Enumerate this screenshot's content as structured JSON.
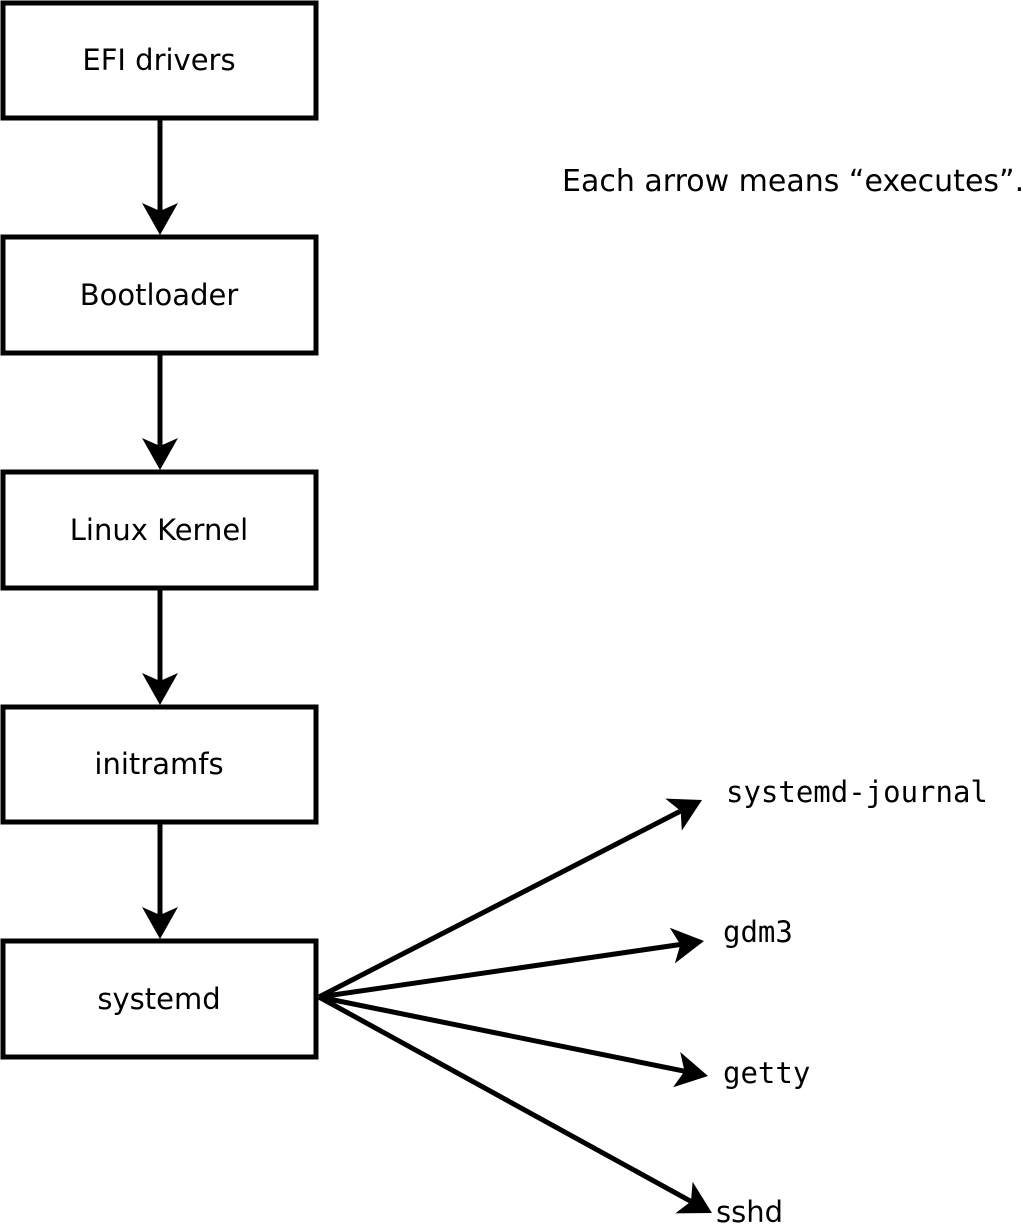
{
  "caption": {
    "text": "Each arrow means “executes”."
  },
  "flow": {
    "nodes": [
      {
        "id": "efi-drivers",
        "label": "EFI drivers"
      },
      {
        "id": "bootloader",
        "label": "Bootloader"
      },
      {
        "id": "linux-kernel",
        "label": "Linux Kernel"
      },
      {
        "id": "initramfs",
        "label": "initramfs"
      },
      {
        "id": "systemd",
        "label": "systemd"
      }
    ],
    "spawned": [
      {
        "id": "systemd-journal",
        "label": "systemd-journal"
      },
      {
        "id": "gdm3",
        "label": "gdm3"
      },
      {
        "id": "getty",
        "label": "getty"
      },
      {
        "id": "sshd",
        "label": "sshd"
      }
    ],
    "edges": [
      {
        "from": "EFI drivers",
        "to": "Bootloader"
      },
      {
        "from": "Bootloader",
        "to": "Linux Kernel"
      },
      {
        "from": "Linux Kernel",
        "to": "initramfs"
      },
      {
        "from": "initramfs",
        "to": "systemd"
      },
      {
        "from": "systemd",
        "to": "systemd-journal"
      },
      {
        "from": "systemd",
        "to": "gdm3"
      },
      {
        "from": "systemd",
        "to": "getty"
      },
      {
        "from": "systemd",
        "to": "sshd"
      }
    ]
  },
  "colors": {
    "foreground": "#000000",
    "background": "#ffffff"
  }
}
